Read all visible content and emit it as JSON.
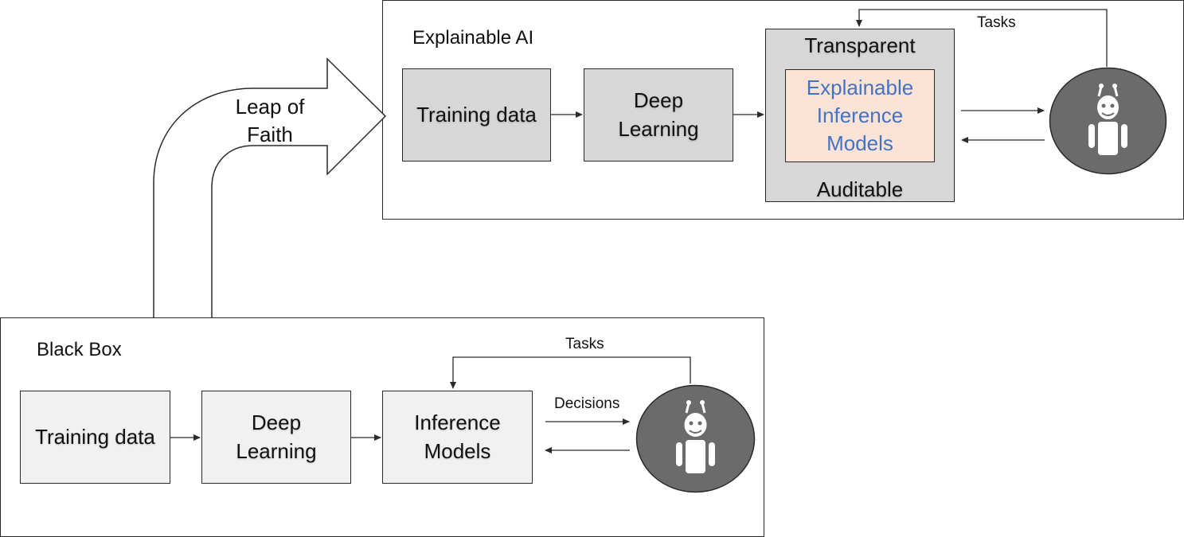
{
  "explainable": {
    "title": "Explainable AI",
    "training_data": "Training data",
    "deep_learning": "Deep\nLearning",
    "transparent": "Transparent",
    "models": "Explainable\nInference\nModels",
    "auditable": "Auditable",
    "tasks": "Tasks"
  },
  "blackbox": {
    "title": "Black Box",
    "training_data": "Training data",
    "deep_learning": "Deep\nLearning",
    "models": "Inference\nModels",
    "tasks": "Tasks",
    "decisions": "Decisions"
  },
  "transition": {
    "label": "Leap of\nFaith"
  },
  "colors": {
    "box_gray": "#d7d7d7",
    "box_light": "#f1f1f1",
    "highlight_fill": "#fbe4d5",
    "highlight_text": "#4472c4",
    "robot_circle": "#6b6b6b",
    "robot_body": "#ffffff"
  },
  "icons": {
    "agent": "robot-icon"
  }
}
